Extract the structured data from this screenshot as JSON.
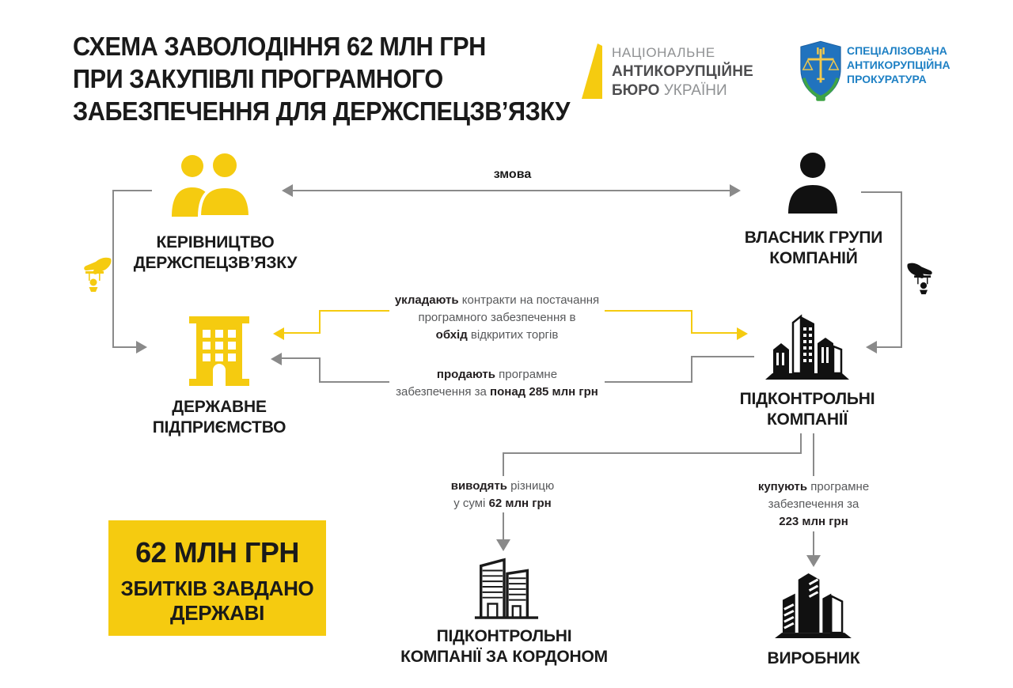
{
  "title": {
    "line1": "СХЕМА ЗАВОЛОДІННЯ 62 МЛН ГРН",
    "line2": "ПРИ ЗАКУПІВЛІ  ПРОГРАМНОГО",
    "line3": "ЗАБЕЗПЕЧЕННЯ ДЛЯ ДЕРЖСПЕЦЗВ’ЯЗКУ"
  },
  "logos": {
    "nabu": {
      "l1": "НАЦІОНАЛЬНЕ",
      "l2": "АНТИКОРУПЦІЙНЕ",
      "l3b": "БЮРО",
      "l3r": " УКРАЇНИ"
    },
    "sap": {
      "l1": "СПЕЦІАЛІЗОВАНА",
      "l2": "АНТИКОРУПЦІЙНА",
      "l3": "ПРОКУРАТУРА"
    }
  },
  "nodes": {
    "leadership": {
      "icon": "two-person-icon",
      "l1": "КЕРІВНИЦТВО",
      "l2": "ДЕРЖСПЕЦЗВ’ЯЗКУ"
    },
    "owner": {
      "icon": "person-icon",
      "l1": "ВЛАСНИК ГРУПИ",
      "l2": "КОМПАНІЙ"
    },
    "state": {
      "icon": "building-icon",
      "l1": "ДЕРЖАВНЕ",
      "l2": "ПІДПРИЄМСТВО"
    },
    "controlled": {
      "icon": "buildings-skyline-icon",
      "l1": "ПІДКОНТРОЛЬНІ",
      "l2": "КОМПАНІЇ"
    },
    "offshore": {
      "icon": "buildings-outline-icon",
      "l1": "ПІДКОНТРОЛЬНІ",
      "l2": "КОМПАНІЇ ЗА КОРДОНОМ"
    },
    "manufacturer": {
      "icon": "buildings-skyline-icon",
      "l1": "ВИРОБНИК"
    }
  },
  "edges": {
    "conspiracy": {
      "label": "змова"
    },
    "contracts": {
      "b1": "укладають",
      "t1": " контракти на постачання",
      "t2": "програмного  забезпечення в",
      "b3": "обхід",
      "t3": " відкритих торгів"
    },
    "sell": {
      "b1": "продають",
      "t1": " програмне",
      "t2": "забезпечення за ",
      "b2": "понад 285 млн грн"
    },
    "withdraw": {
      "b1": "виводять",
      "t1": " різницю",
      "t2": "у сумі ",
      "b2": "62 млн грн"
    },
    "buy": {
      "b1": "купують",
      "t1": " програмне",
      "t2": "забезпечення за",
      "b3": "223 млн грн"
    }
  },
  "damage_box": {
    "l1": "62 МЛН ГРН",
    "l2": "ЗБИТКІВ ЗАВДАНО",
    "l3": "ДЕРЖАВІ"
  },
  "icons": {
    "left_hand": "puppeteer-hand-icon",
    "right_hand": "puppeteer-hand-icon"
  },
  "colors": {
    "yellow": "#F5CB10",
    "ink": "#1a1a1a",
    "gray_line": "#8A8A8A",
    "note_text": "#58595B",
    "sap_blue": "#1E80C4",
    "nabu_gray": "#8F9193",
    "nabu_dark": "#4D4D4F",
    "wreath_green": "#3FA445"
  }
}
